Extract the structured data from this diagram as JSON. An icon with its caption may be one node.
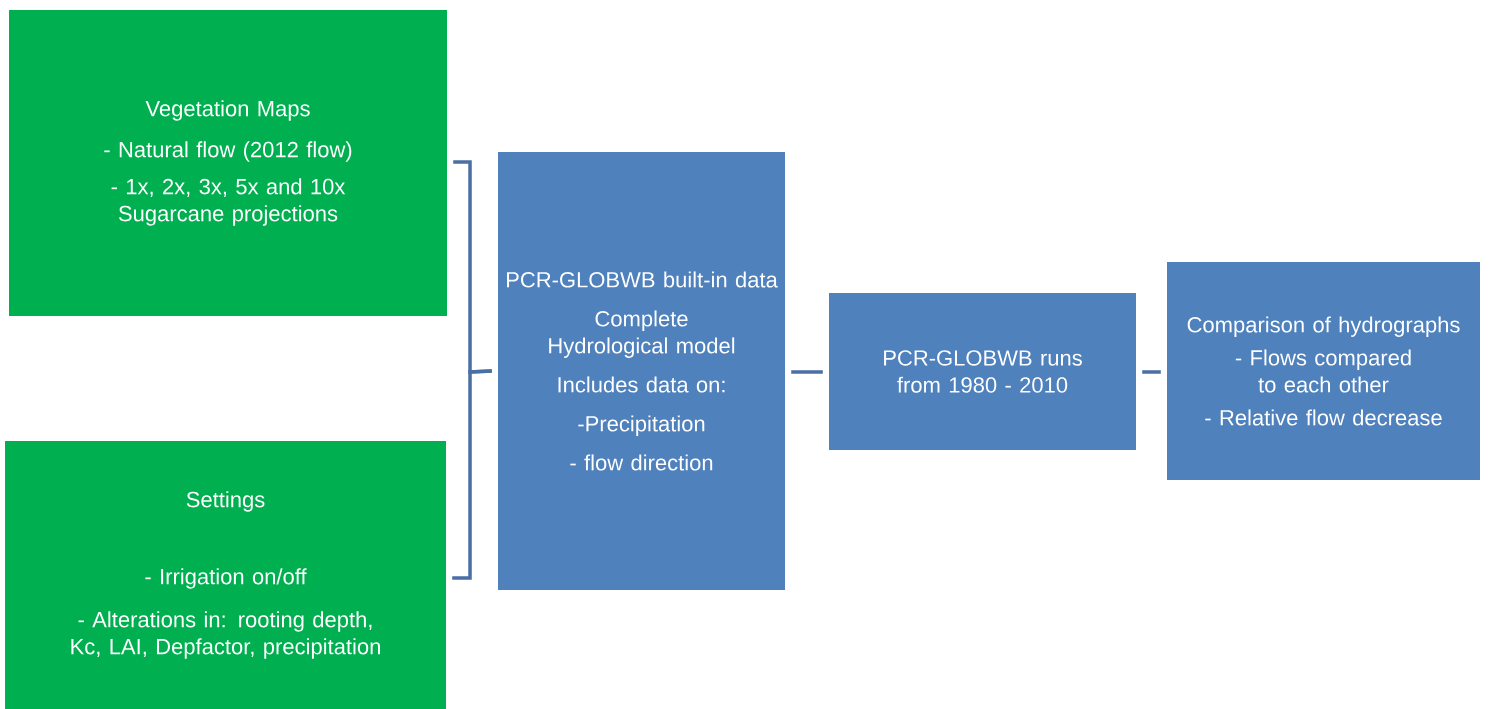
{
  "diagram": {
    "nodes": [
      {
        "text": [
          "Vegetation Maps",
          "- Natural flow (2012 flow)",
          "- 1x, 2x, 3x, 5x and 10x Sugarcane projections"
        ]
      },
      {
        "text": [
          "Settings",
          "- Irrigation on/off",
          "- Alterations in: rooting depth, Kc, LAI, Depfactor, precipitation"
        ]
      },
      {
        "text": [
          "PCR-GLOBWB built-in data",
          "Complete Hydrological model",
          "Includes data on:",
          "-Precipitation",
          "- flow direction"
        ]
      },
      {
        "text": [
          "PCR-GLOBWB runs from 1980 - 2010"
        ]
      },
      {
        "text": [
          "Comparison of hydrographs",
          "- Flows compared to each other",
          "- Relative flow decrease"
        ]
      }
    ],
    "edges": [
      {
        "from": 0,
        "to": 2,
        "arrow": "none"
      },
      {
        "from": 1,
        "to": 2,
        "arrow": "none"
      },
      {
        "from": 2,
        "to": 3,
        "arrow": "none"
      },
      {
        "from": 3,
        "to": 4,
        "arrow": "none"
      }
    ]
  }
}
